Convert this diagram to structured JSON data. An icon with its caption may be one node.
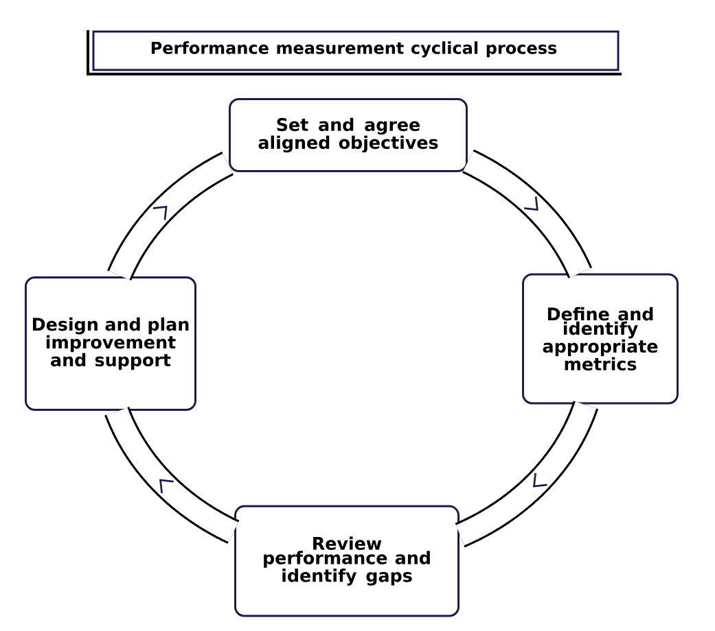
{
  "diagram": {
    "title": "Performance measurement cyclical process",
    "nodes": [
      {
        "text": [
          "Set and agree aligned objectives"
        ]
      },
      {
        "text": [
          "Define and identify appropriate metrics"
        ]
      },
      {
        "text": [
          "Review performance and identify gaps"
        ]
      },
      {
        "text": [
          "Design and plan improvement and support"
        ]
      }
    ],
    "edges": [
      {
        "from": 0,
        "to": 1,
        "arrow": "to"
      },
      {
        "from": 1,
        "to": 2,
        "arrow": "to"
      },
      {
        "from": 2,
        "to": 3,
        "arrow": "to"
      },
      {
        "from": 3,
        "to": 0,
        "arrow": "to"
      }
    ]
  }
}
